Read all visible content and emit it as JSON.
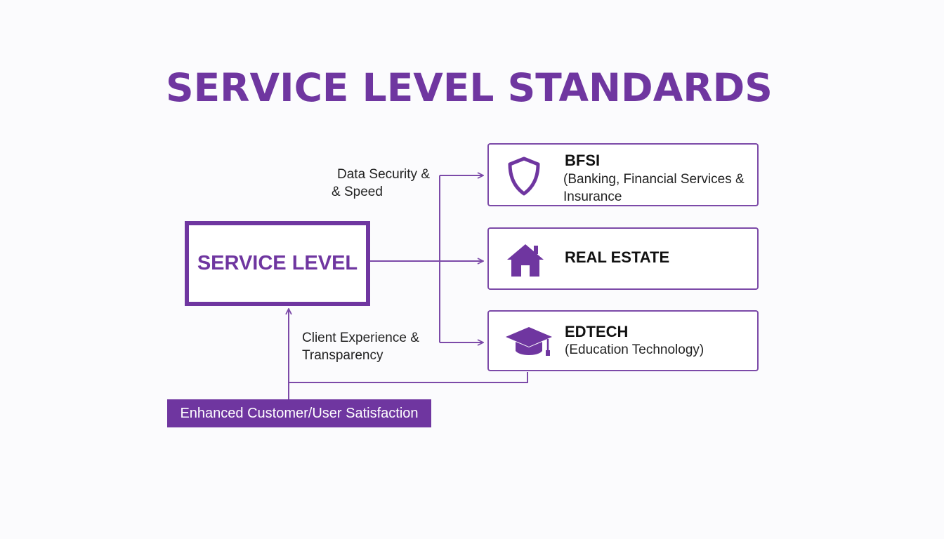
{
  "title": "SERVICE LEVEL STANDARDS",
  "center_node": {
    "label": "SERVICE LEVEL"
  },
  "edge_labels": {
    "top": [
      "Data Security &",
      "& Speed"
    ],
    "bottom": [
      "Client Experience &",
      "Transparency"
    ]
  },
  "sectors": [
    {
      "title": "BFSI",
      "desc": [
        "(Banking, Financial Services &",
        "Insurance"
      ],
      "icon": "shield-icon"
    },
    {
      "title": "REAL ESTATE",
      "desc": [],
      "icon": "house-icon"
    },
    {
      "title": "EDTECH",
      "desc": [
        "(Education Technology)"
      ],
      "icon": "graduation-cap-icon"
    }
  ],
  "outcome": {
    "label": "Enhanced Customer/User Satisfaction"
  },
  "colors": {
    "accent": "#6f36a0",
    "border": "#7c4aa8",
    "text": "#111111"
  }
}
